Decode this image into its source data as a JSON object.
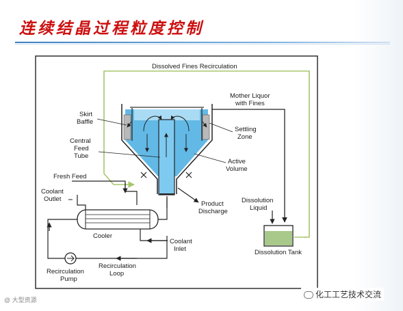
{
  "title": "连续结晶过程粒度控制",
  "diagram": {
    "labels": {
      "dissolved_fines": "Dissolved Fines Recirculation",
      "mother_liquor_1": "Mother Liquor",
      "mother_liquor_2": "with Fines",
      "skirt_1": "Skirt",
      "skirt_2": "Baffle",
      "settling_1": "Settling",
      "settling_2": "Zone",
      "central_1": "Central",
      "central_2": "Feed",
      "central_3": "Tube",
      "active_1": "Active",
      "active_2": "Volume",
      "fresh_feed": "Fresh Feed",
      "coolant_outlet_1": "Coolant",
      "coolant_outlet_2": "Outlet",
      "product_1": "Product",
      "product_2": "Discharge",
      "dissolution_liquid_1": "Dissolution",
      "dissolution_liquid_2": "Liquid",
      "cooler": "Cooler",
      "coolant_inlet_1": "Coolant",
      "coolant_inlet_2": "Inlet",
      "recirc_pump_1": "Recirculation",
      "recirc_pump_2": "Pump",
      "recirc_loop_1": "Recirculation",
      "recirc_loop_2": "Loop",
      "dissolution_tank": "Dissolution Tank"
    },
    "colors": {
      "liquid": "#63b9e6",
      "liquid_light": "#a9dbf4",
      "tank_liquid": "#a9c98a",
      "green_line": "#a7c56b",
      "outline": "#222222"
    }
  },
  "footer": {
    "left": "@ 大型资源",
    "right": "化工工艺技术交流"
  }
}
